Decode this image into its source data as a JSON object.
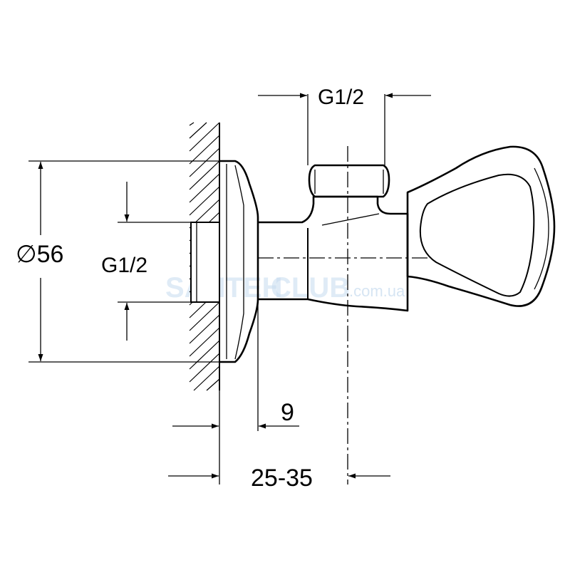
{
  "dimensions": {
    "diameter": "∅56",
    "wall_thread": "G1/2",
    "outlet_thread": "G1/2",
    "flange_depth": "9",
    "projection_range": "25-35"
  },
  "watermark": {
    "brand_a": "SANTEH",
    "brand_b": "CLUB",
    "domain": ".com.ua"
  },
  "colors": {
    "line": "#000000",
    "watermark": "#c6dbef"
  }
}
